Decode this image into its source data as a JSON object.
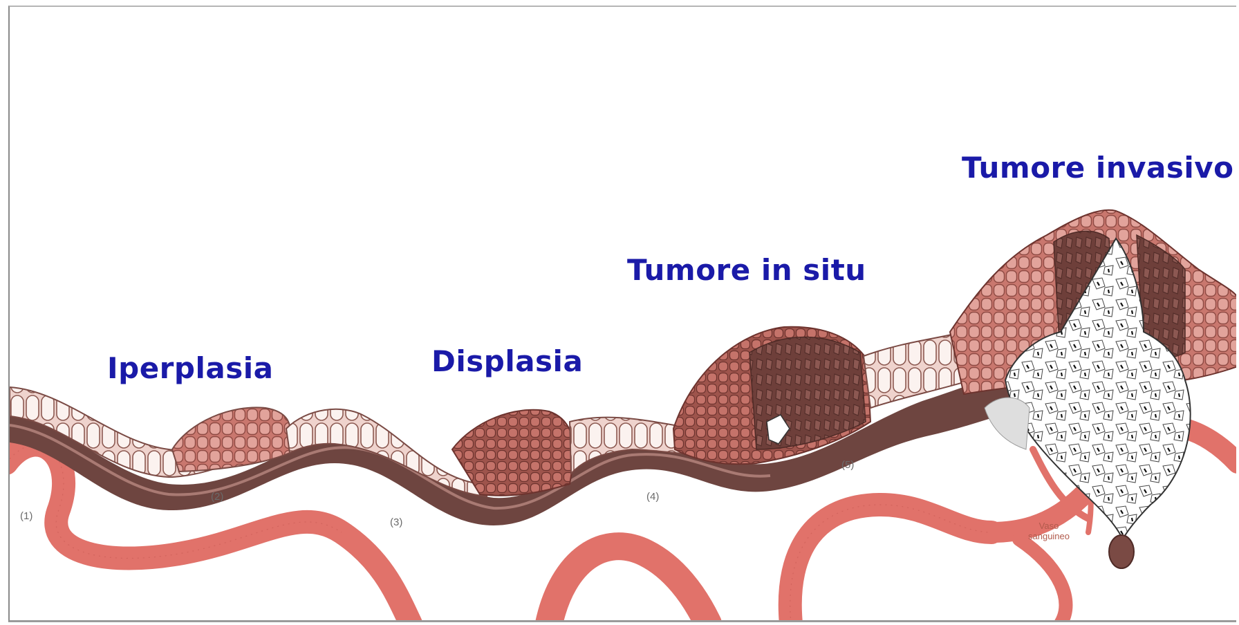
{
  "diagram": {
    "stages": [
      {
        "id": "iperplasia",
        "label": "Iperplasia"
      },
      {
        "id": "displasia",
        "label": "Displasia"
      },
      {
        "id": "in-situ",
        "label": "Tumore in situ"
      },
      {
        "id": "invasivo",
        "label": "Tumore invasivo"
      }
    ],
    "numbers": [
      "(1)",
      "(2)",
      "(3)",
      "(4)",
      "(5)"
    ],
    "vessel_caption": [
      "Vaso",
      "sanguineo"
    ],
    "colors": {
      "label_text": "#1a1aa8",
      "normal_cell": "#f4e4e0",
      "hyperplastic_cell": "#d98b82",
      "dysplastic_cell": "#b8655c",
      "tumor_dark": "#7a4a44",
      "basement": "#6e4540",
      "blood_vessel": "#e1726a",
      "invasive_white": "#ffffff"
    }
  }
}
